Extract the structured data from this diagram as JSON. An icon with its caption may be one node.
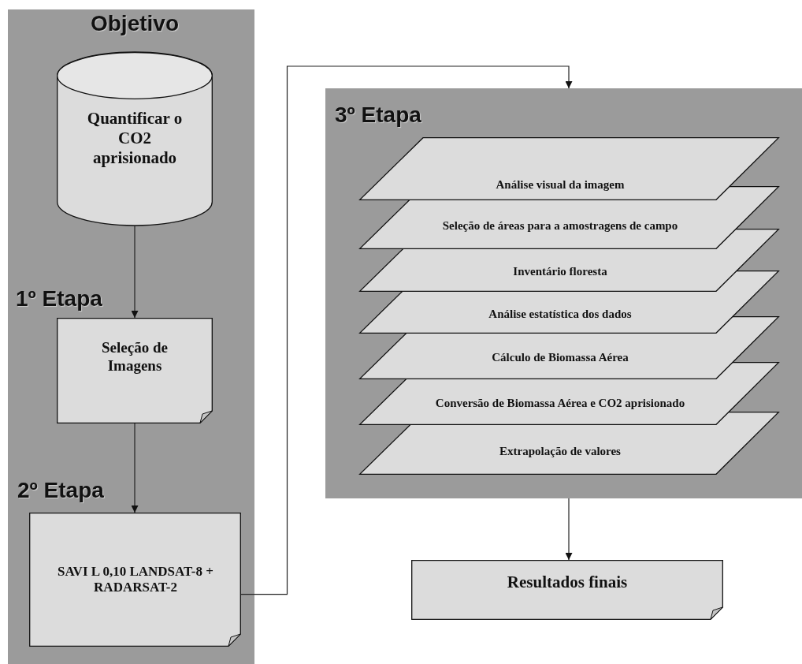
{
  "diagram": {
    "nodes": [
      {
        "text": [],
        "shape": "box"
      },
      {
        "text": [
          "Objetivo",
          "Quantificar o CO2 aprisionado"
        ],
        "in": 0
      },
      {
        "text": [
          "1º Etapa",
          "Seleção de Imagens"
        ],
        "in": 0
      },
      {
        "text": [
          "2º Etapa",
          "SAVI L 0,10 LANDSAT-8 + RADARSAT-2"
        ],
        "in": 0
      },
      {
        "text": [
          "3º Etapa"
        ]
      },
      {
        "text": [
          "Análise visual da imagem"
        ],
        "in": 4
      },
      {
        "text": [
          "Seleção de áreas para a amostragens de campo"
        ],
        "in": 4
      },
      {
        "text": [
          "Inventário floresta"
        ],
        "in": 4
      },
      {
        "text": [
          "Análise estatística dos dados"
        ],
        "in": 4
      },
      {
        "text": [
          "Cálculo de Biomassa Aérea"
        ],
        "in": 4
      },
      {
        "text": [
          "Conversão de Biomassa Aérea e CO2 aprisionado"
        ],
        "in": 4
      },
      {
        "text": [
          "Extrapolação de valores"
        ],
        "in": 4
      },
      {
        "text": [
          "Resultados finais"
        ]
      }
    ],
    "edges": [
      {
        "from": 1,
        "to": 2,
        "arrow": "to"
      },
      {
        "from": 2,
        "to": 3,
        "arrow": "to"
      },
      {
        "from": 3,
        "to": 4,
        "arrow": "to"
      },
      {
        "from": 4,
        "to": 12,
        "arrow": "to"
      }
    ]
  }
}
